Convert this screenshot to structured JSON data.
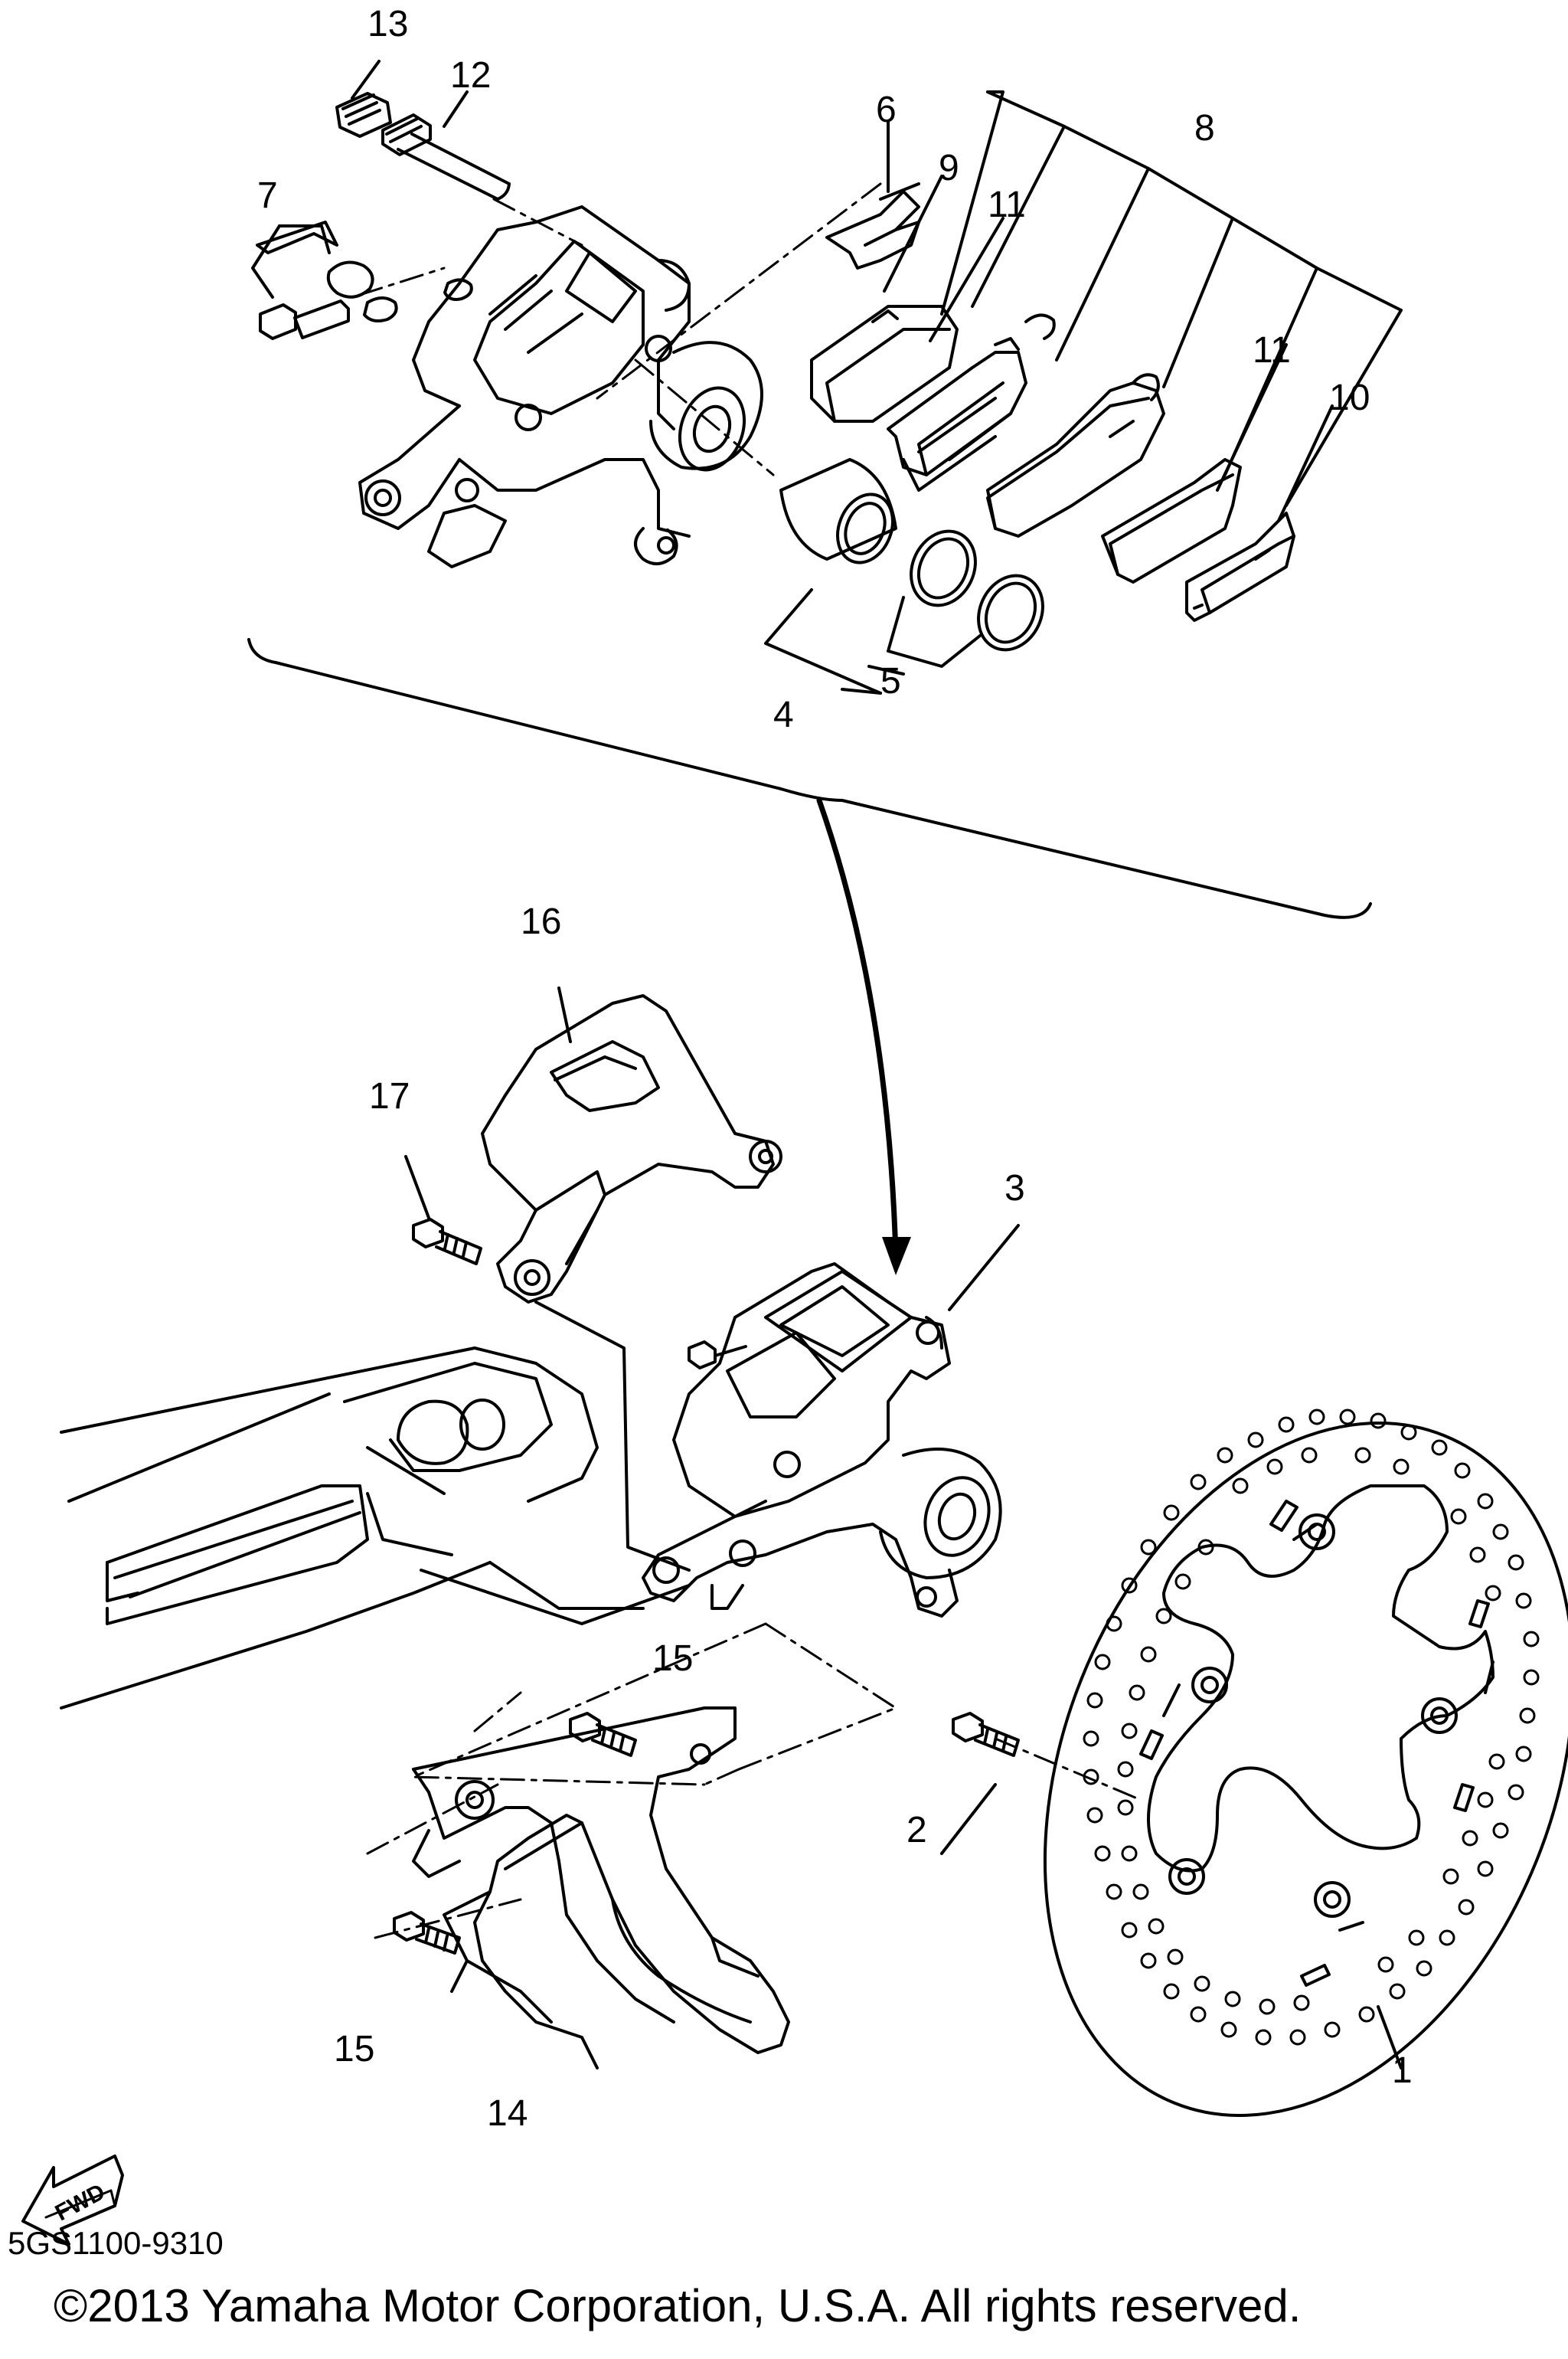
{
  "diagram": {
    "callouts": [
      {
        "id": "13",
        "text": "13"
      },
      {
        "id": "12",
        "text": "12"
      },
      {
        "id": "7",
        "text": "7"
      },
      {
        "id": "6",
        "text": "6"
      },
      {
        "id": "9",
        "text": "9"
      },
      {
        "id": "11a",
        "text": "11"
      },
      {
        "id": "8",
        "text": "8"
      },
      {
        "id": "11b",
        "text": "11"
      },
      {
        "id": "10",
        "text": "10"
      },
      {
        "id": "4",
        "text": "4"
      },
      {
        "id": "5",
        "text": "5"
      },
      {
        "id": "16",
        "text": "16"
      },
      {
        "id": "17",
        "text": "17"
      },
      {
        "id": "3",
        "text": "3"
      },
      {
        "id": "15a",
        "text": "15"
      },
      {
        "id": "2",
        "text": "2"
      },
      {
        "id": "15b",
        "text": "15"
      },
      {
        "id": "14",
        "text": "14"
      },
      {
        "id": "1",
        "text": "1"
      }
    ],
    "fwd_label": "FWD",
    "diagram_code": "5GS1100-9310",
    "copyright": "©2013 Yamaha Motor Corporation, U.S.A. All rights reserved."
  },
  "colors": {
    "line": "#000000",
    "background": "#ffffff"
  }
}
